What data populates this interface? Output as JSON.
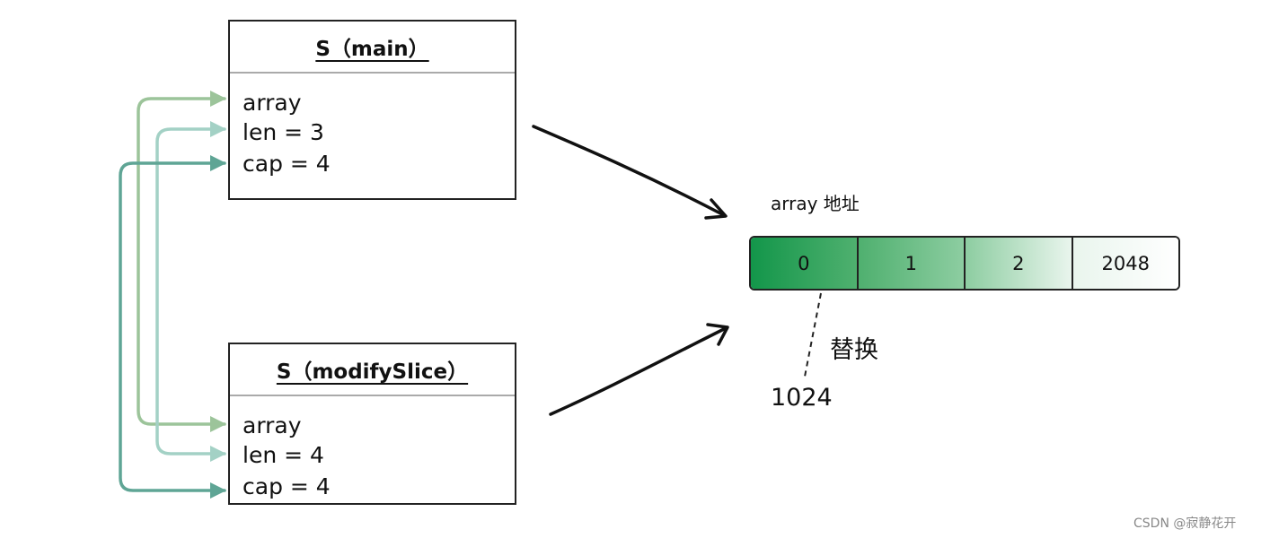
{
  "colors": {
    "ink": "#111111",
    "arrow_array": "#9cc49a",
    "arrow_len": "#a3d1c5",
    "arrow_cap": "#5fa595",
    "cell_fills": [
      "#13964a",
      "#4fb06f",
      "#8dcda1",
      "#e9f5ed"
    ]
  },
  "main_struct": {
    "title": "S（main）",
    "fields": [
      "array",
      "len = 3",
      "cap = 4"
    ]
  },
  "modify_struct": {
    "title": "S（modifySlice）",
    "fields": [
      "array",
      "len = 4",
      "cap = 4"
    ]
  },
  "array": {
    "label": "array 地址",
    "cells": [
      "0",
      "1",
      "2",
      "2048"
    ]
  },
  "replace_note": {
    "label": "替换",
    "value": "1024"
  },
  "watermark": "CSDN @寂静花开"
}
